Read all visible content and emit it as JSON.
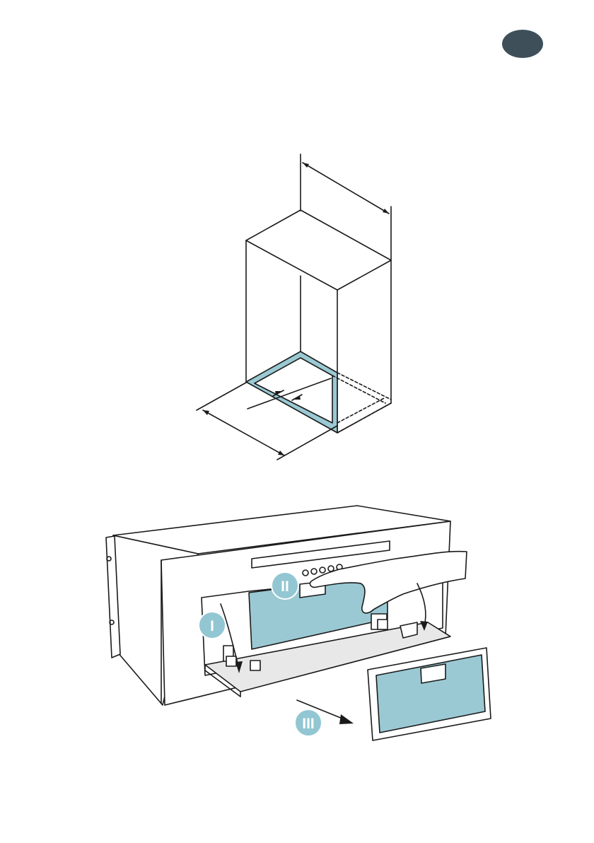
{
  "colors": {
    "badge": "#3e4f59",
    "filter_blue": "#9ac9d3",
    "step_circle": "#92c6d2",
    "line": "#1a1a1a",
    "panel_grey": "#e8e8e8"
  },
  "badge": {
    "label": ""
  },
  "steps": {
    "step1": "I",
    "step2": "II",
    "step3": "III"
  }
}
